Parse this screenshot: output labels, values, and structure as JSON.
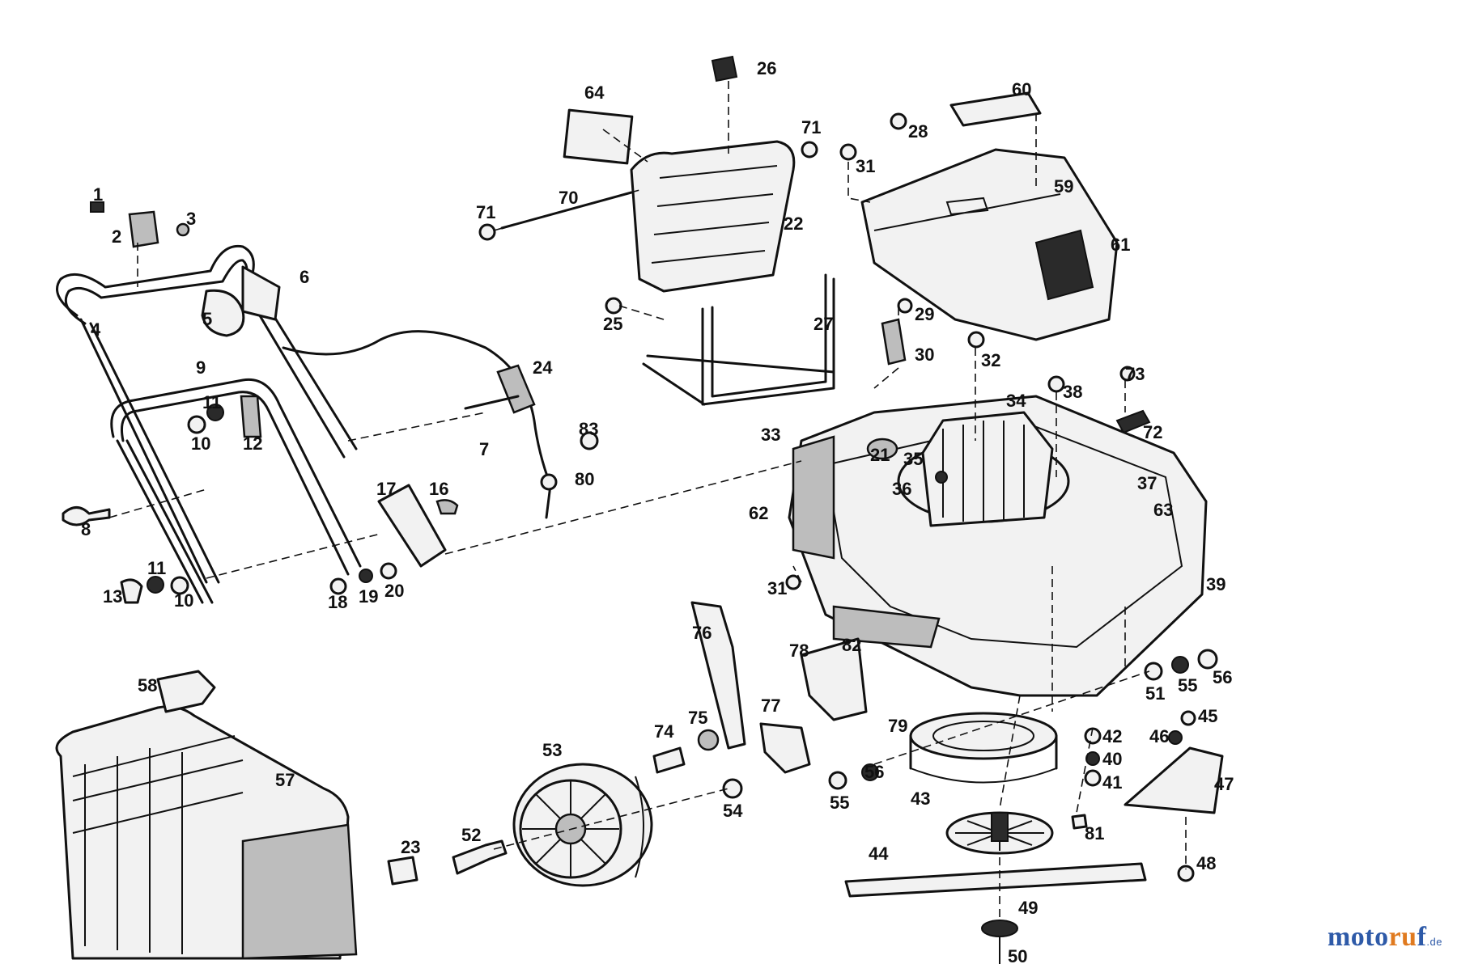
{
  "watermark": {
    "part1": "moto",
    "part2": "ru",
    "part3": "f",
    "suffix": ".de"
  },
  "labels": {
    "l1": "1",
    "l2": "2",
    "l3": "3",
    "l4": "4",
    "l5": "5",
    "l6": "6",
    "l7": "7",
    "l8": "8",
    "l9": "9",
    "l10a": "10",
    "l10b": "10",
    "l11a": "11",
    "l11b": "11",
    "l12": "12",
    "l13": "13",
    "l16": "16",
    "l17": "17",
    "l18": "18",
    "l19": "19",
    "l20": "20",
    "l21": "21",
    "l22": "22",
    "l23": "23",
    "l24": "24",
    "l25": "25",
    "l26": "26",
    "l27": "27",
    "l28": "28",
    "l29": "29",
    "l30": "30",
    "l31a": "31",
    "l31b": "31",
    "l32": "32",
    "l33": "33",
    "l34": "34",
    "l35": "35",
    "l36": "36",
    "l37": "37",
    "l38": "38",
    "l39": "39",
    "l40": "40",
    "l41": "41",
    "l42": "42",
    "l43": "43",
    "l44": "44",
    "l45": "45",
    "l46": "46",
    "l47": "47",
    "l48": "48",
    "l49": "49",
    "l50": "50",
    "l51": "51",
    "l52": "52",
    "l53": "53",
    "l54": "54",
    "l55a": "55",
    "l55b": "55",
    "l56a": "56",
    "l56b": "56",
    "l57": "57",
    "l58": "58",
    "l59": "59",
    "l60": "60",
    "l61": "61",
    "l62": "62",
    "l63": "63",
    "l64": "64",
    "l70": "70",
    "l71a": "71",
    "l71b": "71",
    "l72": "72",
    "l73": "73",
    "l74": "74",
    "l75": "75",
    "l76": "76",
    "l77": "77",
    "l78": "78",
    "l79": "79",
    "l80": "80",
    "l81": "81",
    "l82": "82",
    "l83": "83"
  }
}
